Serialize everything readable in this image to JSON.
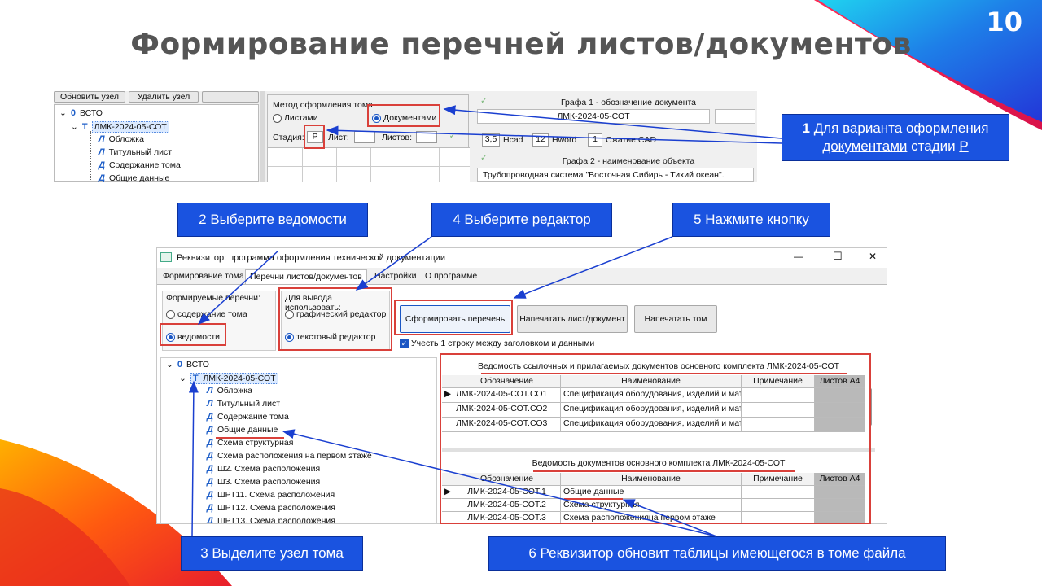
{
  "slide": {
    "title": "Формирование перечней листов/документов",
    "page_number": "10"
  },
  "top_shot": {
    "buttons": {
      "update_node": "Обновить узел",
      "delete_node": "Удалить узел"
    },
    "tree": {
      "root": "ВСТО",
      "node": "ЛМК-2024-05-СОТ",
      "items": [
        "Обложка",
        "Титульный лист",
        "Содержание тома",
        "Общие данные"
      ]
    },
    "method_group": "Метод оформления тома",
    "radio_sheets": "Листами",
    "radio_docs": "Документами",
    "stage_label": "Стадия:",
    "stage_value": "Р",
    "sheet_label": "Лист:",
    "sheets_label": "Листов:",
    "graph1_title": "Графа 1 - обозначение документа",
    "graph1_value": "ЛМК-2024-05-СОТ",
    "hcad_value": "3,5",
    "hcad_label": "Hcad",
    "hword_value": "12",
    "hword_label": "Hword",
    "compress_value": "1",
    "compress_label": "Сжатие CAD",
    "graph2_title": "Графа 2 - наименование объекта",
    "graph2_value": "Трубопроводная система \"Восточная Сибирь - Тихий океан\"."
  },
  "callouts": {
    "c1_num": "1",
    "c1_line1": "Для варианта оформления",
    "c1_link": "документами",
    "c1_mid": "стадии",
    "c1_stage": "Р",
    "c2": "2 Выберите ведомости",
    "c3": "3 Выделите узел тома",
    "c4": "4 Выберите редактор",
    "c5": "5 Нажмите кнопку",
    "c6": "6 Реквизитор обновит таблицы имеющегося в томе файла"
  },
  "window": {
    "title": "Реквизитор: программа оформления технической документации",
    "controls": {
      "minimize": "—",
      "maximize": "☐",
      "close": "✕"
    },
    "tabs": [
      "Формирование тома",
      "Перечни листов/документов",
      "Настройки",
      "О программе"
    ],
    "lists_group": "Формируемые перечни:",
    "radio_contents": "содержание тома",
    "radio_statements": "ведомости",
    "output_group": "Для вывода использовать:",
    "radio_graphic": "графический редактор",
    "radio_text": "текстовый редактор",
    "btn_form": "Сформировать перечень",
    "btn_print_sheet": "Напечатать лист/документ",
    "btn_print_volume": "Напечатать том",
    "checkbox_label": "Учесть 1 строку между заголовком и данными",
    "tree": {
      "root": "ВСТО",
      "node": "ЛМК-2024-05-СОТ",
      "items": [
        {
          "icon": "Л",
          "label": "Обложка"
        },
        {
          "icon": "Л",
          "label": "Титульный лист"
        },
        {
          "icon": "Д",
          "label": "Содержание тома"
        },
        {
          "icon": "Д",
          "label": "Общие данные"
        },
        {
          "icon": "Д",
          "label": "Схема структурная"
        },
        {
          "icon": "Д",
          "label": "Схема расположения на первом этаже"
        },
        {
          "icon": "Д",
          "label": "Ш2. Схема расположения"
        },
        {
          "icon": "Д",
          "label": "Ш3. Схема расположения"
        },
        {
          "icon": "Д",
          "label": "ШРТ11. Схема расположения"
        },
        {
          "icon": "Д",
          "label": "ШРТ12. Схема расположения"
        },
        {
          "icon": "Д",
          "label": "ШРТ13. Схема расположения"
        }
      ]
    },
    "table1": {
      "title": "Ведомость ссылочных и прилагаемых документов основного комплекта ЛМК-2024-05-СОТ",
      "headers": [
        "Обозначение",
        "Наименование",
        "Примечание",
        "Листов А4"
      ],
      "rows": [
        [
          "ЛМК-2024-05-СОТ.СО1",
          "Спецификация оборудования, изделий и мате",
          "",
          ""
        ],
        [
          "ЛМК-2024-05-СОТ.СО2",
          "Спецификация оборудования, изделий и мате",
          "",
          ""
        ],
        [
          "ЛМК-2024-05-СОТ.СО3",
          "Спецификация оборудования, изделий и мате",
          "",
          ""
        ]
      ]
    },
    "table2": {
      "title": "Ведомость документов основного комплекта ЛМК-2024-05-СОТ",
      "headers": [
        "Обозначение",
        "Наименование",
        "Примечание",
        "Листов А4"
      ],
      "rows": [
        [
          "ЛМК-2024-05-СОТ.1",
          "Общие данные",
          "",
          ""
        ],
        [
          "ЛМК-2024-05-СОТ.2",
          "Схема структурная",
          "",
          ""
        ],
        [
          "ЛМК-2024-05-СОТ.3",
          "Схема расположенияна первом этаже",
          "",
          ""
        ]
      ]
    }
  }
}
